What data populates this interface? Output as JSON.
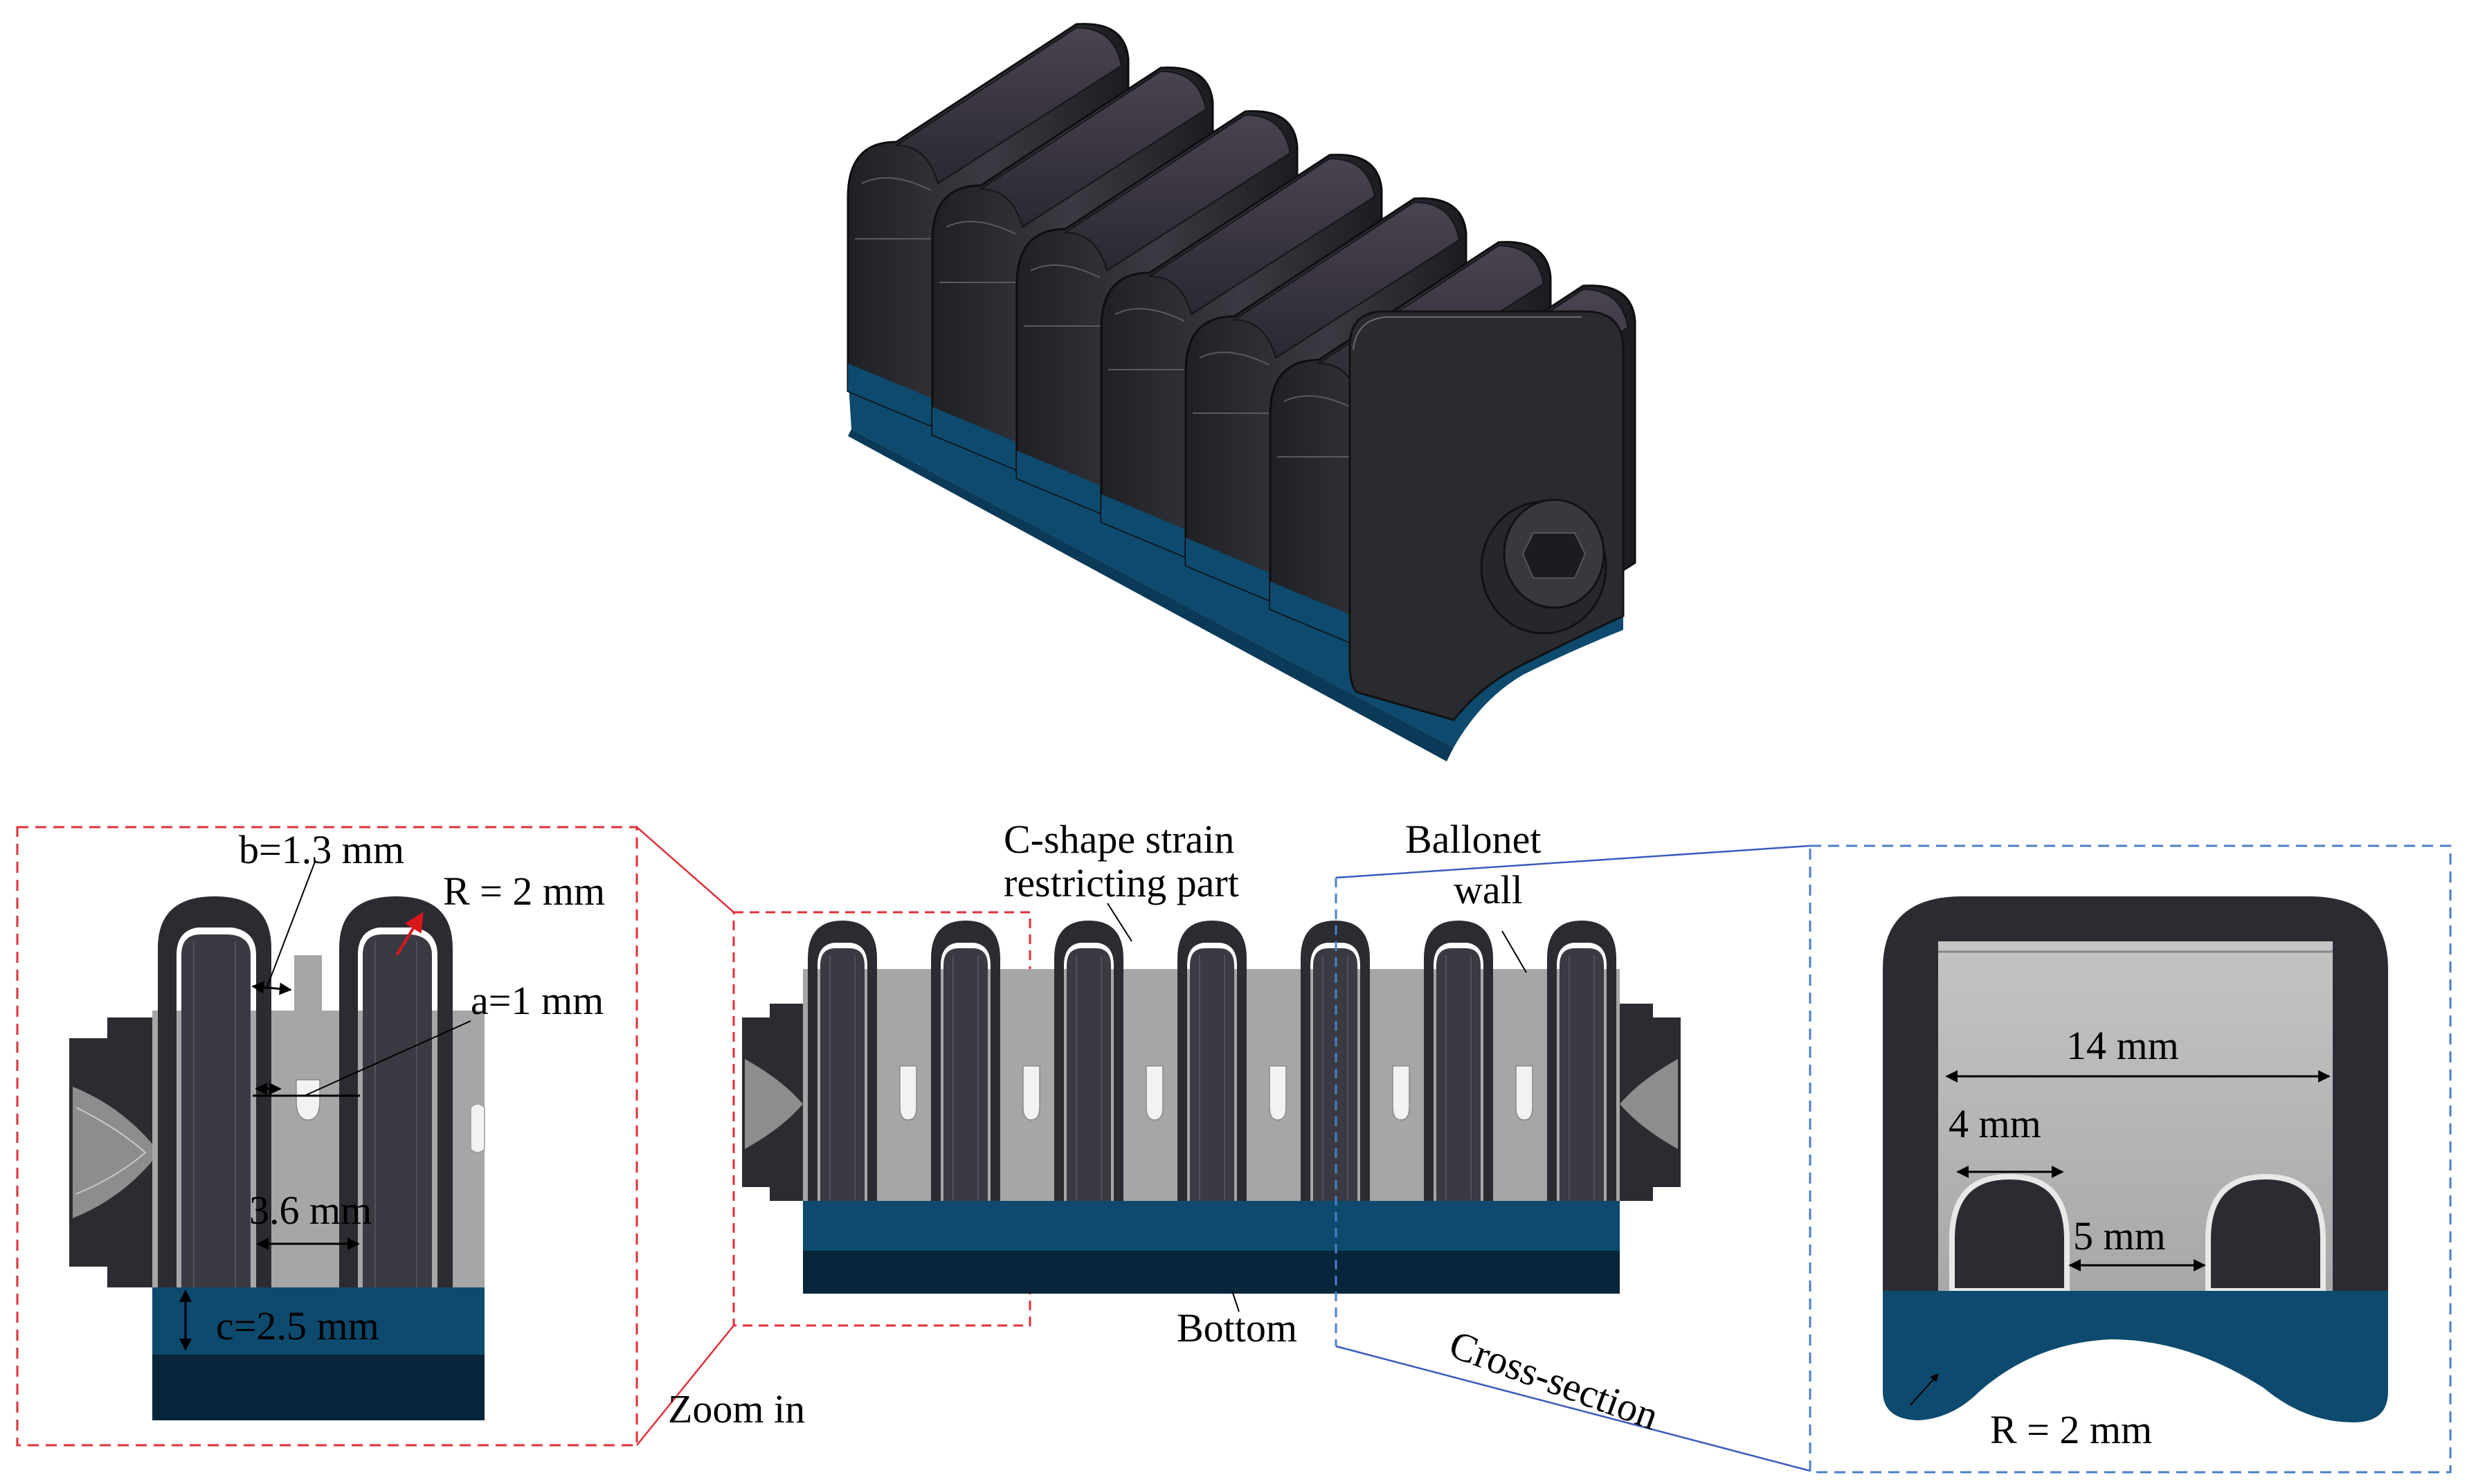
{
  "labels": {
    "b_dim": "b=1.3 mm",
    "r_dim_left": "R = 2 mm",
    "a_dim": "a=1 mm",
    "gap_dim": "3.6 mm",
    "c_dim": "c=2.5 mm",
    "zoom_in": "Zoom in",
    "c_shape_line1": "C-shape strain",
    "c_shape_line2": "restricting part",
    "ballonet_line1": "Ballonet",
    "ballonet_line2": "wall",
    "bottom": "Bottom",
    "cross_section": "Cross-section",
    "width_dim": "14 mm",
    "chamber_dim": "4 mm",
    "spacing_dim": "5 mm",
    "r_dim_right": "R = 2 mm"
  },
  "colors": {
    "zoom_box": "#e0303a",
    "cross_box": "#4a7fc8",
    "cross_line": "#3a5cc0",
    "dark_body": "#2b2c31",
    "chamber_fill": "#a6a6a6",
    "base_blue": "#0d4a6e",
    "base_dark": "#07263b",
    "radius_arrow": "#d8161c"
  }
}
